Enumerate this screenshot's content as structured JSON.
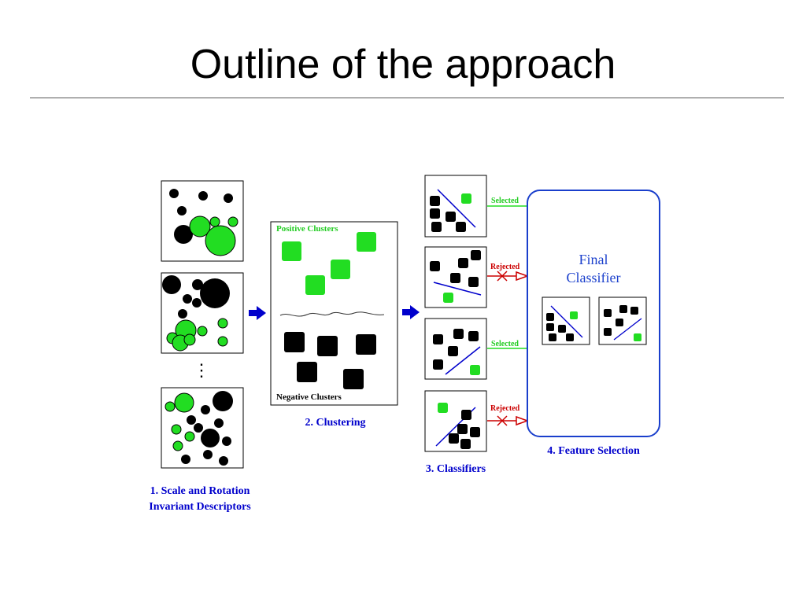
{
  "slide": {
    "title": "Outline of the approach"
  },
  "colors": {
    "green": "#22dd22",
    "blue": "#0000cc",
    "red": "#cc0000",
    "panelBlue": "#1a3fcc",
    "black": "#000000"
  },
  "stage1": {
    "label_line1": "1. Scale and Rotation",
    "label_line2": "Invariant Descriptors",
    "ellipsis": "⋮"
  },
  "stage2": {
    "label": "2. Clustering",
    "positive": "Positive Clusters",
    "negative": "Negative Clusters"
  },
  "stage3": {
    "label": "3. Classifiers",
    "selected": "Selected",
    "rejected": "Rejected"
  },
  "stage4": {
    "label": "4. Feature Selection",
    "final_line1": "Final",
    "final_line2": "Classifier"
  },
  "icons": [
    "arrow-right-icon",
    "reject-cross-icon"
  ]
}
